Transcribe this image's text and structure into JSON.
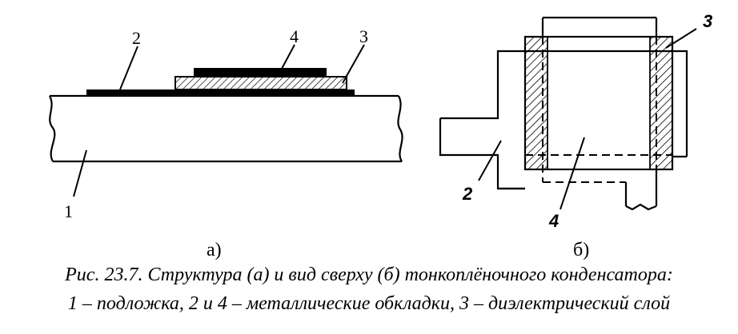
{
  "figure": {
    "part_a": {
      "label": "а)",
      "callouts": {
        "substrate": "1",
        "plate_bottom": "2",
        "dielectric": "3",
        "plate_top": "4"
      }
    },
    "part_b": {
      "label": "б)",
      "callouts": {
        "plate_bottom": "2",
        "dielectric": "3",
        "plate_top": "4"
      }
    },
    "caption": {
      "line1": "Рис. 23.7. Структура (а) и вид сверху (б) тонкоплёночного конденсатора:",
      "line2": "1 – подложка, 2 и 4 – металлические обкладки, 3 – диэлектрический слой"
    }
  }
}
